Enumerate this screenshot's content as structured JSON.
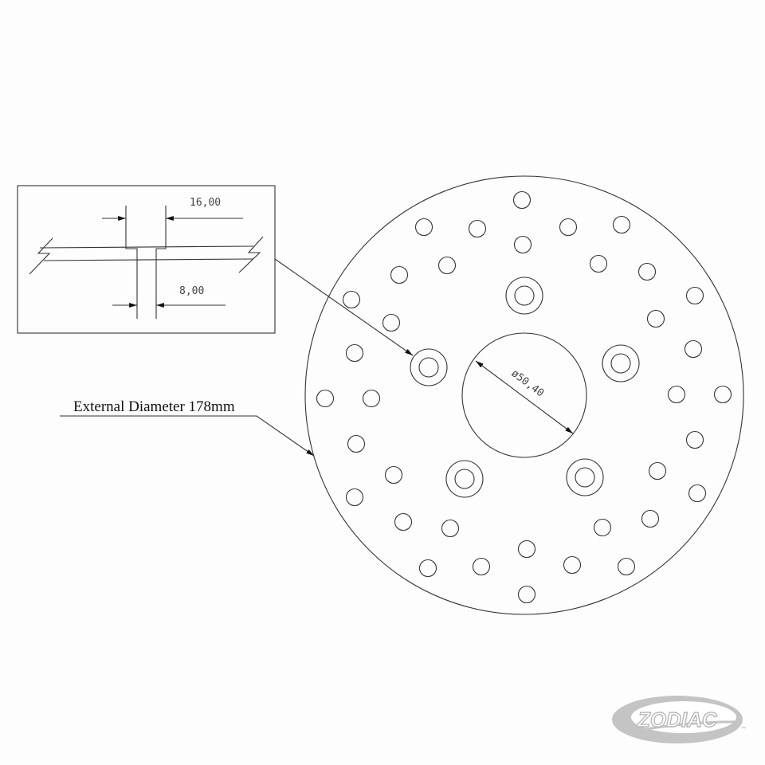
{
  "detail_inset": {
    "dimension_outer": "16,00",
    "dimension_inner": "8,00"
  },
  "disc": {
    "center_hole_dimension": "ø50,40",
    "external_label": "External Diameter 178mm",
    "bolt_hole_count": 5,
    "vent_hole_count": 36
  },
  "logo": {
    "text": "ZODIAC",
    "trademark": "™"
  }
}
